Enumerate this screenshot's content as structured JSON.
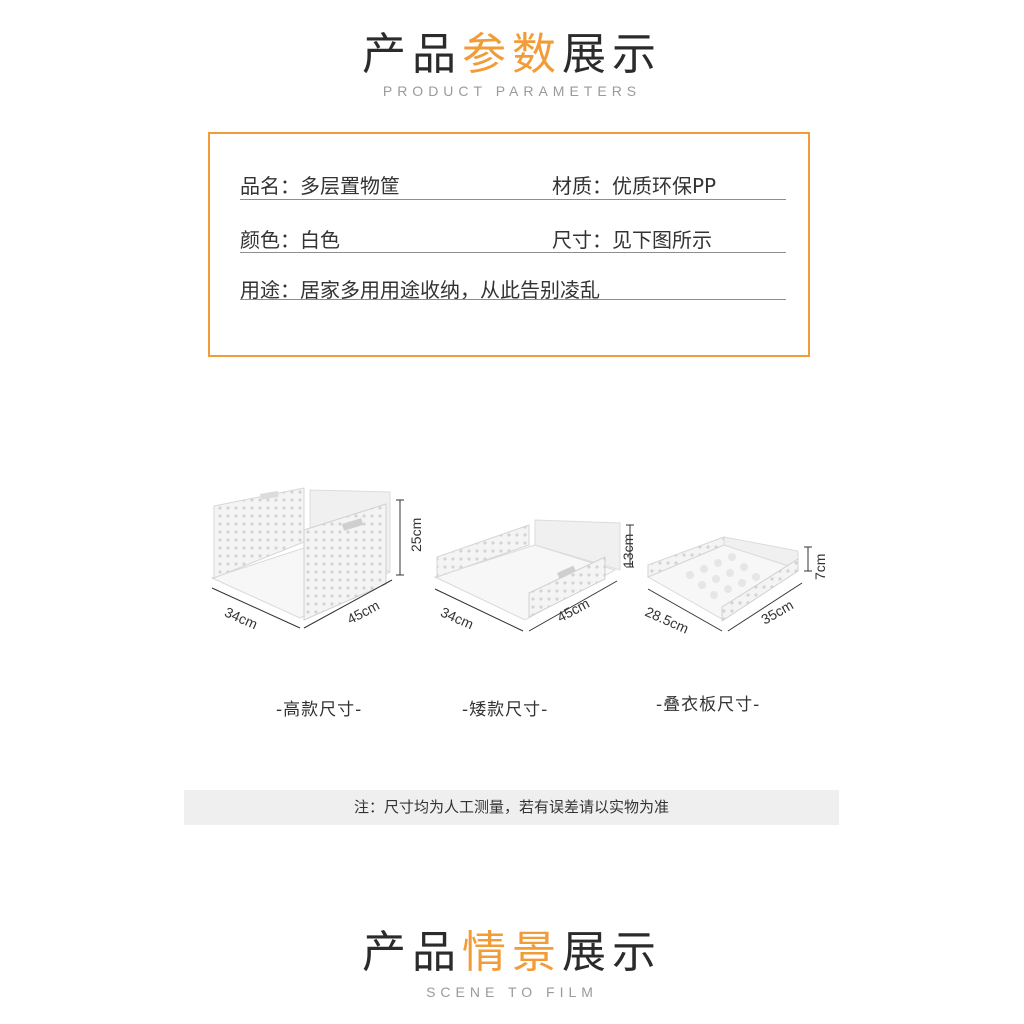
{
  "params_section": {
    "title_pre": "产品",
    "title_hl": "参数",
    "title_post": "展示",
    "subtitle": "PRODUCT PARAMETERS"
  },
  "params": {
    "name": "品名：多层置物筐",
    "material": "材质：优质环保PP",
    "color": "颜色：白色",
    "size": "尺寸：见下图所示",
    "usage": "用途：居家多用用途收纳，从此告别凌乱"
  },
  "products": [
    {
      "caption": "-高款尺寸-",
      "width": "34cm",
      "depth": "45cm",
      "height": "25cm"
    },
    {
      "caption": "-矮款尺寸-",
      "width": "34cm",
      "depth": "45cm",
      "height": "13cm"
    },
    {
      "caption": "-叠衣板尺寸-",
      "width": "28.5cm",
      "depth": "35cm",
      "height": "7cm"
    }
  ],
  "note": "注：尺寸均为人工测量，若有误差请以实物为准",
  "scene_section": {
    "title_pre": "产品",
    "title_hl": "情景",
    "title_post": "展示",
    "subtitle": "SCENE TO FILM"
  },
  "colors": {
    "accent": "#f29c38",
    "text": "#333333",
    "note_bg": "#efefef"
  }
}
